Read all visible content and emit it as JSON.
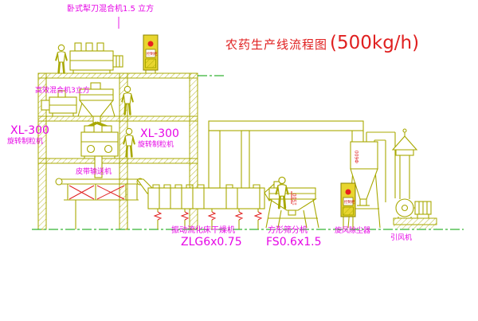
{
  "title": {
    "name": "农药生产线流程图",
    "capacity": "(500kg/h)"
  },
  "annotations": {
    "top_mixer": "卧式犁刀混合机1.5 立方",
    "mid_mixer": "高效混合机3立方",
    "granulator_left": {
      "model": "XL-300",
      "name": "旋转制粒机"
    },
    "granulator_center": {
      "model": "XL-300",
      "name": "旋转制粒机"
    },
    "belt_conveyor": "皮带输送机",
    "dryer": {
      "name": "振动流化床干燥机",
      "model": "ZLG6x0.75"
    },
    "sieve": {
      "name": "方形筛分机",
      "model": "FS0.6x1.5"
    },
    "cyclone": "旋风除尘器",
    "fan": "引风机",
    "cabinet_top": "控制柜",
    "cabinet_bottom": "控制柜",
    "dim_sieve": "1500",
    "dim_cyclone": "Φ600"
  },
  "colors": {
    "drawing_line": "#a8a800",
    "label_magenta": "#e606e6",
    "title_red": "#e02020",
    "dashed_green": "#00a000",
    "cabinet_yellow": "#e8d52f",
    "indicator_red": "#e82020"
  }
}
